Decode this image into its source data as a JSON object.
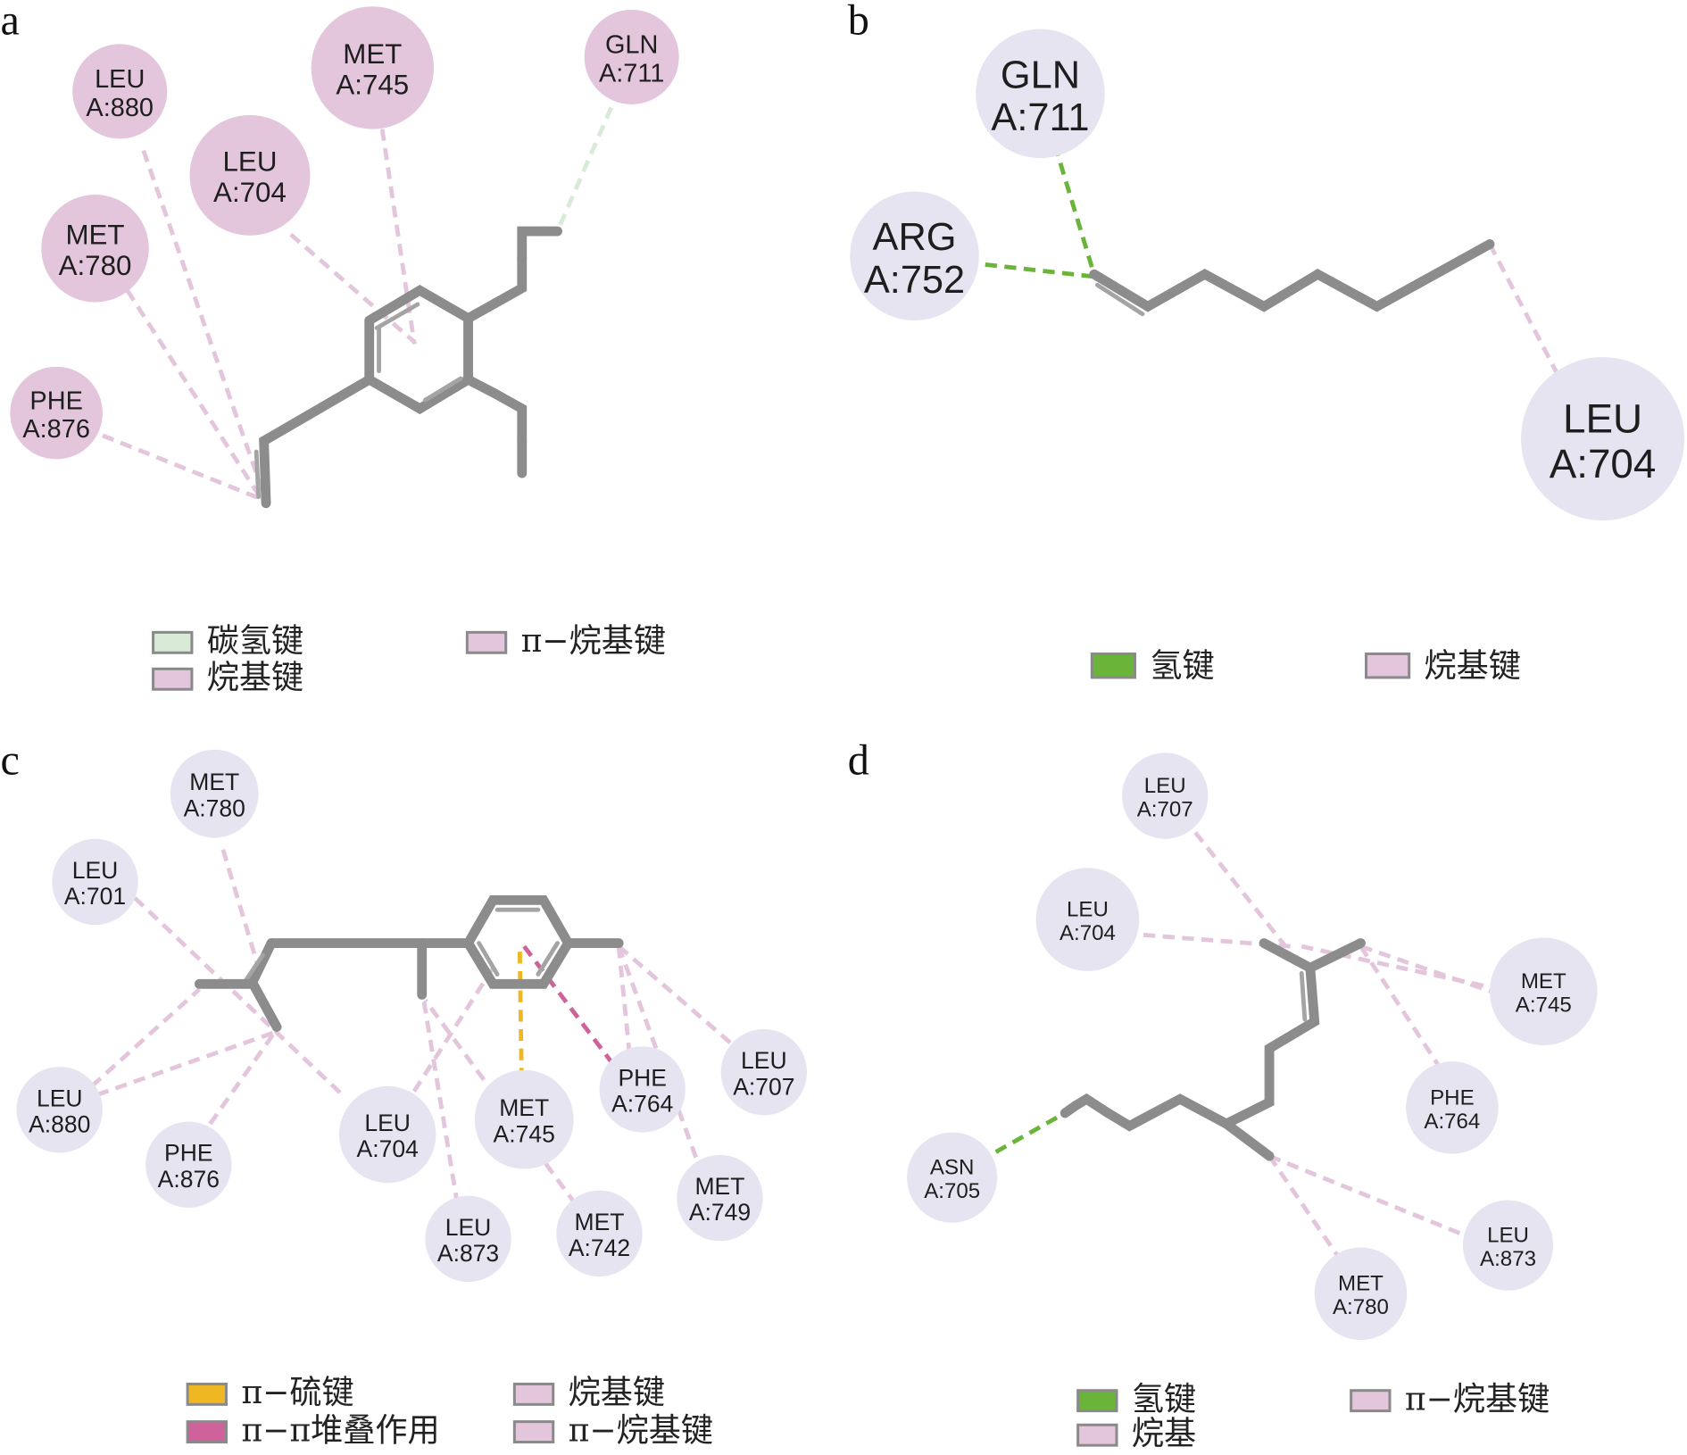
{
  "colors": {
    "alkyl_circle_a": "#e3c5dc",
    "residue_circle": "#e7e4f2",
    "carbon_h_bond": "#d8ebd6",
    "h_bond": "#6ab43a",
    "alkyl": "#e3c5dc",
    "pi_sulfur": "#efb723",
    "pi_pi": "#d0629b",
    "oxygen": "#d62a22",
    "carbon": "#8c8c8c"
  },
  "panels": [
    {
      "label": "a",
      "residues": [
        {
          "name": "LEU",
          "id": "A:880"
        },
        {
          "name": "MET",
          "id": "A:745"
        },
        {
          "name": "GLN",
          "id": "A:711"
        },
        {
          "name": "LEU",
          "id": "A:704"
        },
        {
          "name": "MET",
          "id": "A:780"
        },
        {
          "name": "PHE",
          "id": "A:876"
        }
      ],
      "legend": [
        {
          "label": "碳氢键",
          "color": "#d8ebd6"
        },
        {
          "label": "烷基键",
          "color": "#e3c5dc"
        },
        {
          "label": "π−烷基键",
          "color": "#e3c5dc"
        }
      ]
    },
    {
      "label": "b",
      "residues": [
        {
          "name": "GLN",
          "id": "A:711"
        },
        {
          "name": "ARG",
          "id": "A:752"
        },
        {
          "name": "LEU",
          "id": "A:704"
        }
      ],
      "legend": [
        {
          "label": "氢键",
          "color": "#6ab43a"
        },
        {
          "label": "烷基键",
          "color": "#e3c5dc"
        }
      ]
    },
    {
      "label": "c",
      "residues": [
        {
          "name": "MET",
          "id": "A:780"
        },
        {
          "name": "LEU",
          "id": "A:701"
        },
        {
          "name": "LEU",
          "id": "A:880"
        },
        {
          "name": "PHE",
          "id": "A:876"
        },
        {
          "name": "LEU",
          "id": "A:704"
        },
        {
          "name": "MET",
          "id": "A:745"
        },
        {
          "name": "PHE",
          "id": "A:764"
        },
        {
          "name": "LEU",
          "id": "A:707"
        },
        {
          "name": "MET",
          "id": "A:749"
        },
        {
          "name": "LEU",
          "id": "A:873"
        },
        {
          "name": "MET",
          "id": "A:742"
        }
      ],
      "legend": [
        {
          "label": "π−硫键",
          "color": "#efb723"
        },
        {
          "label": "π−π堆叠作用",
          "color": "#d0629b"
        },
        {
          "label": "烷基键",
          "color": "#e3c5dc"
        },
        {
          "label": "π−烷基键",
          "color": "#e3c5dc"
        }
      ]
    },
    {
      "label": "d",
      "residues": [
        {
          "name": "LEU",
          "id": "A:707"
        },
        {
          "name": "LEU",
          "id": "A:704"
        },
        {
          "name": "MET",
          "id": "A:745"
        },
        {
          "name": "PHE",
          "id": "A:764"
        },
        {
          "name": "ASN",
          "id": "A:705"
        },
        {
          "name": "LEU",
          "id": "A:873"
        },
        {
          "name": "MET",
          "id": "A:780"
        }
      ],
      "legend": [
        {
          "label": "氢键",
          "color": "#6ab43a"
        },
        {
          "label": "烷基",
          "color": "#e3c5dc"
        },
        {
          "label": "π−烷基键",
          "color": "#e3c5dc"
        }
      ]
    }
  ]
}
